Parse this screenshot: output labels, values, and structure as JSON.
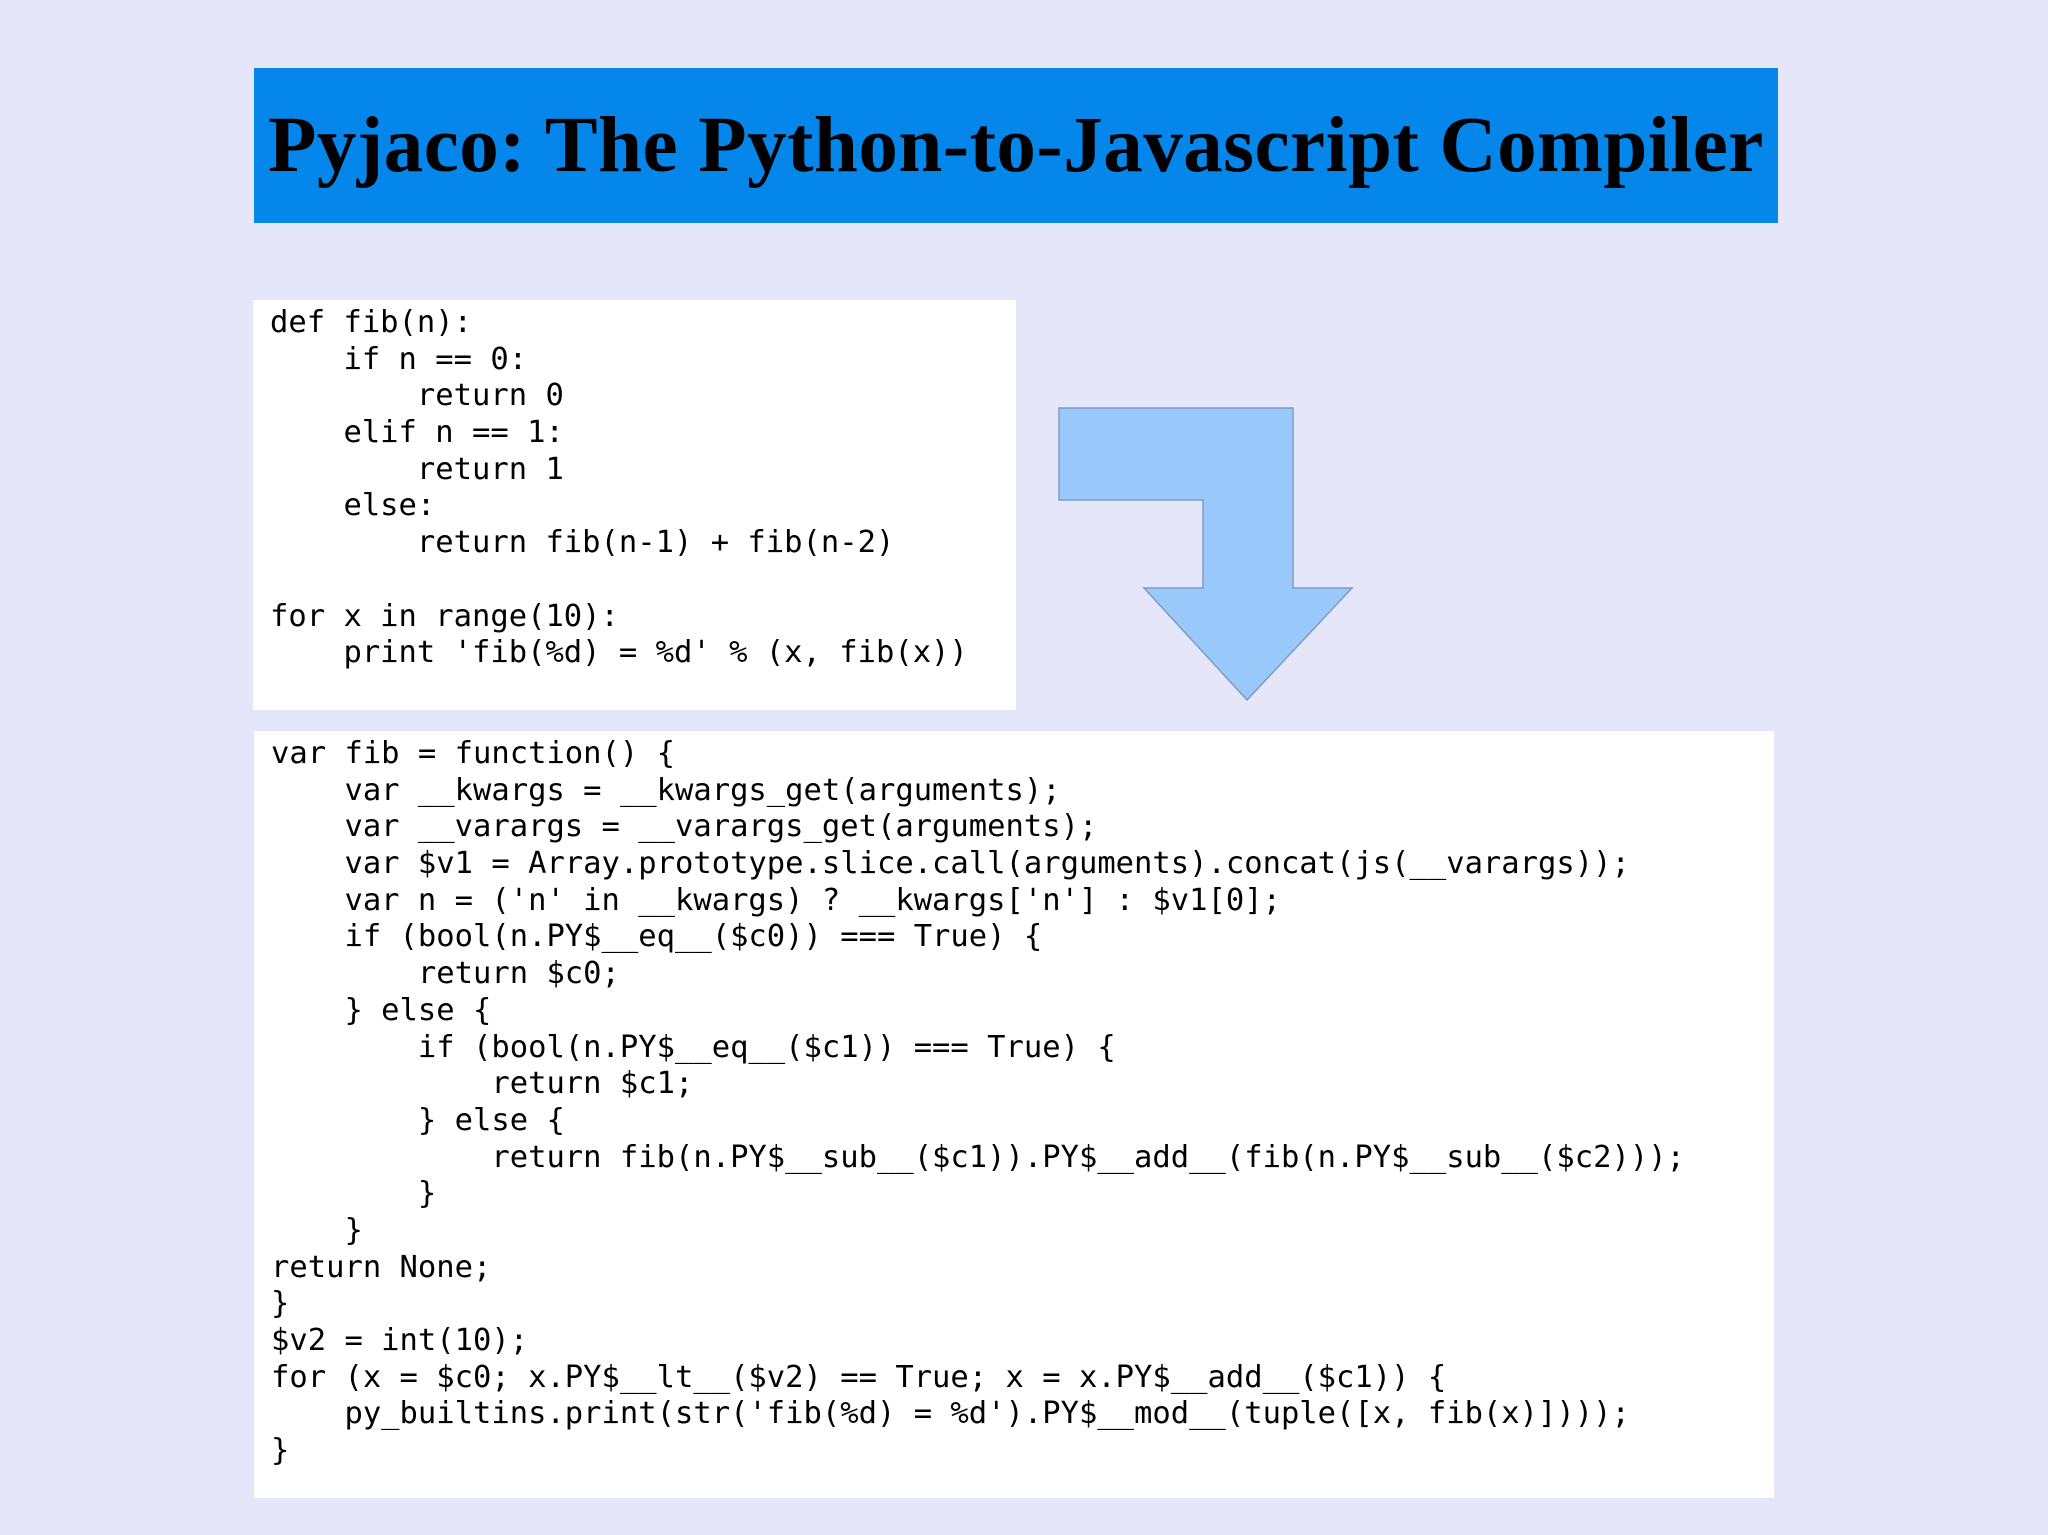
{
  "slide": {
    "title": "Pyjaco: The Python-to-Javascript Compiler",
    "python_code": [
      "def fib(n):",
      "    if n == 0:",
      "        return 0",
      "    elif n == 1:",
      "        return 1",
      "    else:",
      "        return fib(n-1) + fib(n-2)",
      "",
      "for x in range(10):",
      "    print 'fib(%d) = %d' % (x, fib(x))"
    ],
    "js_code": [
      "var fib = function() {",
      "    var __kwargs = __kwargs_get(arguments);",
      "    var __varargs = __varargs_get(arguments);",
      "    var $v1 = Array.prototype.slice.call(arguments).concat(js(__varargs));",
      "    var n = ('n' in __kwargs) ? __kwargs['n'] : $v1[0];",
      "    if (bool(n.PY$__eq__($c0)) === True) {",
      "        return $c0;",
      "    } else {",
      "        if (bool(n.PY$__eq__($c1)) === True) {",
      "            return $c1;",
      "        } else {",
      "            return fib(n.PY$__sub__($c1)).PY$__add__(fib(n.PY$__sub__($c2)));",
      "        }",
      "    }",
      "return None;",
      "}",
      "$v2 = int(10);",
      "for (x = $c0; x.PY$__lt__($v2) == True; x = x.PY$__add__($c1)) {",
      "    py_builtins.print(str('fib(%d) = %d').PY$__mod__(tuple([x, fib(x)])));",
      "}"
    ]
  },
  "colors": {
    "background": "#e6e6fb",
    "banner": "#0486ea",
    "code_box": "#ffffff",
    "arrow_fill": "#99c8fb",
    "arrow_stroke": "#7f9bc4"
  },
  "icons": {
    "arrow": "arrow-down-right-bent-icon"
  }
}
